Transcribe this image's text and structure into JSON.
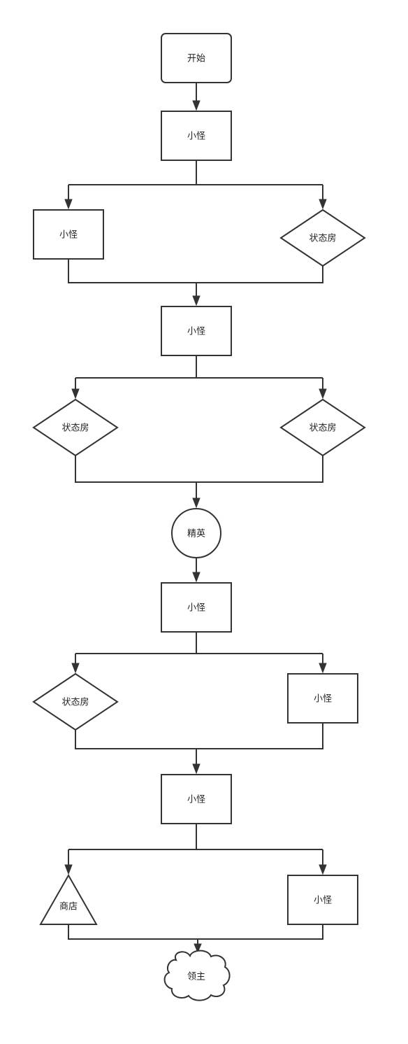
{
  "colors": {
    "stroke": "#333333",
    "fill": "#ffffff",
    "text": "#222222",
    "background": "#ffffff"
  },
  "nodes": {
    "start": {
      "label": "开始",
      "shape": "rounded-rectangle"
    },
    "minion_1": {
      "label": "小怪",
      "shape": "rectangle"
    },
    "minion_2a": {
      "label": "小怪",
      "shape": "rectangle"
    },
    "state_room_1": {
      "label": "状态房",
      "shape": "diamond"
    },
    "minion_3": {
      "label": "小怪",
      "shape": "rectangle"
    },
    "state_room_2a": {
      "label": "状态房",
      "shape": "diamond"
    },
    "state_room_2b": {
      "label": "状态房",
      "shape": "diamond"
    },
    "elite": {
      "label": "精英",
      "shape": "circle"
    },
    "minion_4": {
      "label": "小怪",
      "shape": "rectangle"
    },
    "state_room_3": {
      "label": "状态房",
      "shape": "diamond"
    },
    "minion_4b": {
      "label": "小怪",
      "shape": "rectangle"
    },
    "minion_5": {
      "label": "小怪",
      "shape": "rectangle"
    },
    "shop": {
      "label": "商店",
      "shape": "triangle"
    },
    "minion_5b": {
      "label": "小怪",
      "shape": "rectangle"
    },
    "boss": {
      "label": "领主",
      "shape": "cloud"
    }
  },
  "edges": [
    {
      "from": "start",
      "to": "minion_1"
    },
    {
      "from": "minion_1",
      "to": "minion_2a"
    },
    {
      "from": "minion_1",
      "to": "state_room_1"
    },
    {
      "from": "minion_2a",
      "to": "minion_3"
    },
    {
      "from": "state_room_1",
      "to": "minion_3"
    },
    {
      "from": "minion_3",
      "to": "state_room_2a"
    },
    {
      "from": "minion_3",
      "to": "state_room_2b"
    },
    {
      "from": "state_room_2a",
      "to": "elite"
    },
    {
      "from": "state_room_2b",
      "to": "elite"
    },
    {
      "from": "elite",
      "to": "minion_4"
    },
    {
      "from": "minion_4",
      "to": "state_room_3"
    },
    {
      "from": "minion_4",
      "to": "minion_4b"
    },
    {
      "from": "state_room_3",
      "to": "minion_5"
    },
    {
      "from": "minion_4b",
      "to": "minion_5"
    },
    {
      "from": "minion_5",
      "to": "shop"
    },
    {
      "from": "minion_5",
      "to": "minion_5b"
    },
    {
      "from": "shop",
      "to": "boss"
    },
    {
      "from": "minion_5b",
      "to": "boss"
    }
  ]
}
